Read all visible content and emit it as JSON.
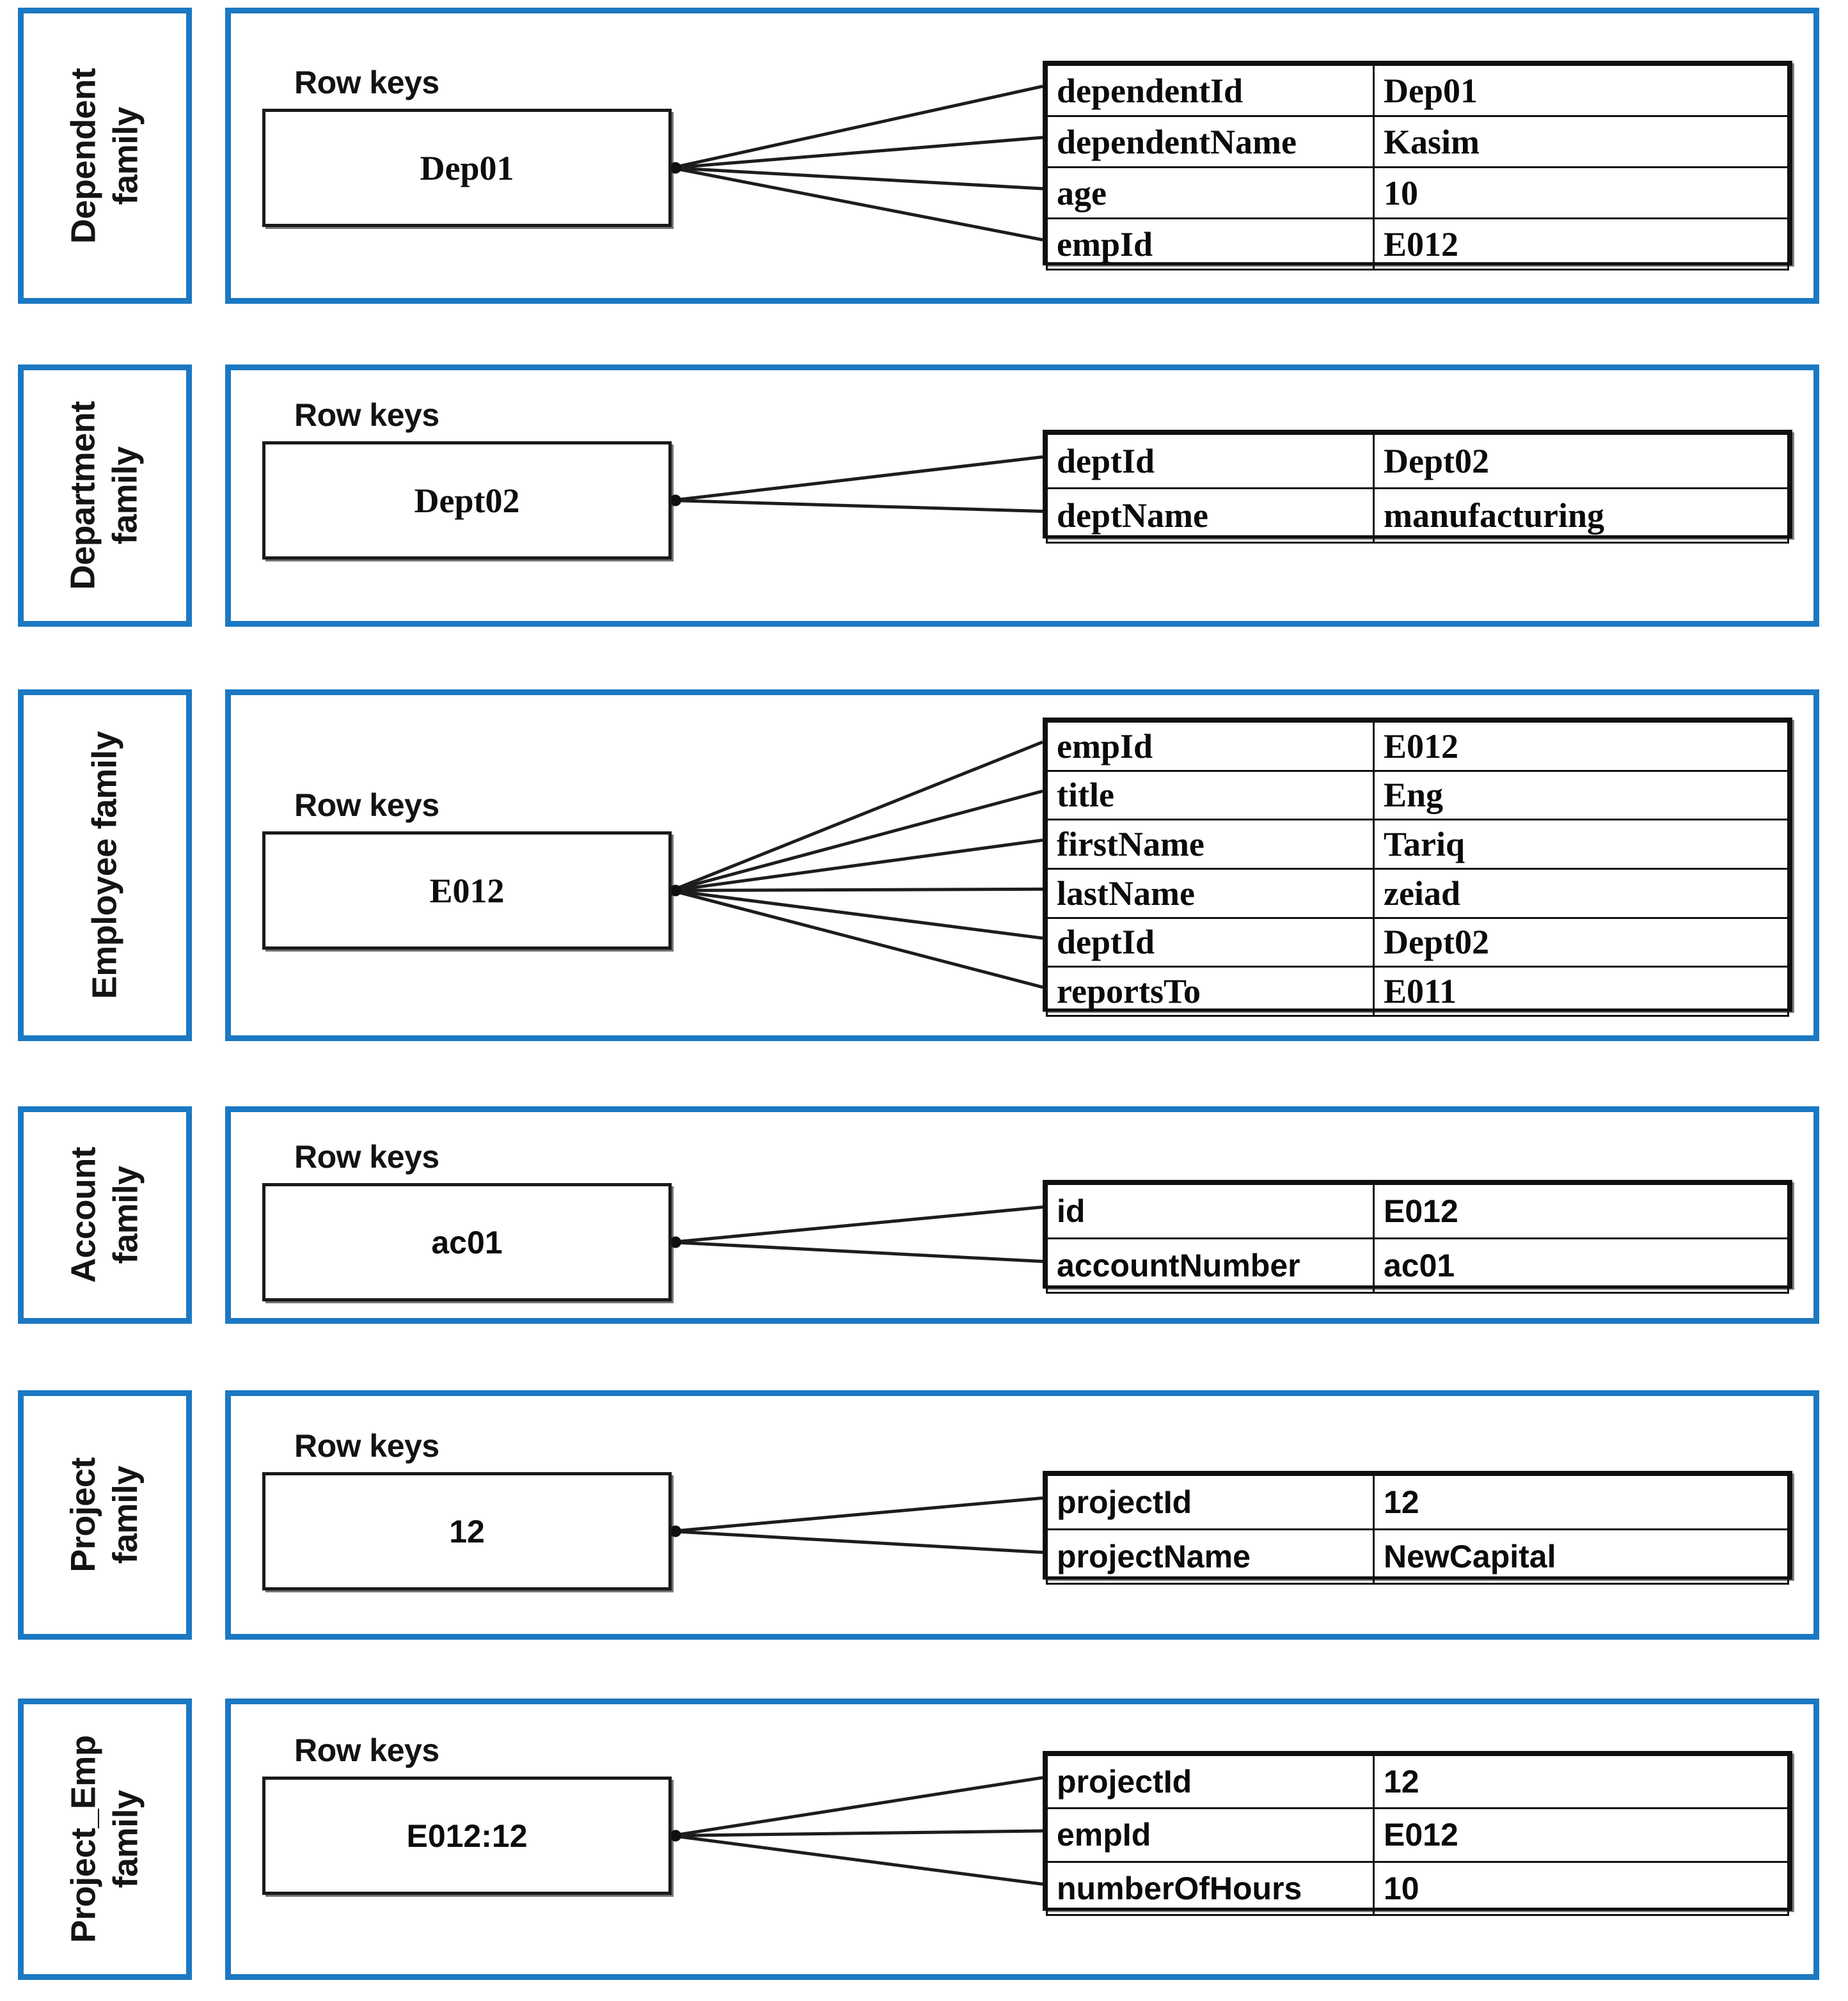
{
  "diagram": {
    "row_keys_caption": "Row keys",
    "accent_color": "#1B78C2",
    "line_color": "#1d1d1d",
    "families": [
      {
        "label_line1": "Dependent",
        "label_line2": "family",
        "row_key": "Dep01",
        "attributes": [
          {
            "key": "dependentId",
            "value": "Dep01"
          },
          {
            "key": "dependentName",
            "value": "Kasim"
          },
          {
            "key": "age",
            "value": "10"
          },
          {
            "key": "empId",
            "value": "E012"
          }
        ]
      },
      {
        "label_line1": "Department",
        "label_line2": "family",
        "row_key": "Dept02",
        "attributes": [
          {
            "key": "deptId",
            "value": "Dept02"
          },
          {
            "key": "deptName",
            "value": "manufacturing"
          }
        ]
      },
      {
        "label_line1": "Employee family",
        "label_line2": "",
        "row_key": "E012",
        "attributes": [
          {
            "key": "empId",
            "value": "E012"
          },
          {
            "key": "title",
            "value": "Eng"
          },
          {
            "key": "firstName",
            "value": "Tariq"
          },
          {
            "key": "lastName",
            "value": "zeiad"
          },
          {
            "key": "deptId",
            "value": "Dept02"
          },
          {
            "key": "reportsTo",
            "value": "E011"
          }
        ]
      },
      {
        "label_line1": "Account",
        "label_line2": "family",
        "row_key": "ac01",
        "attributes": [
          {
            "key": "id",
            "value": "E012"
          },
          {
            "key": "accountNumber",
            "value": "ac01"
          }
        ]
      },
      {
        "label_line1": "Project",
        "label_line2": "family",
        "row_key": "12",
        "attributes": [
          {
            "key": "projectId",
            "value": "12"
          },
          {
            "key": "projectName",
            "value": "NewCapital"
          }
        ]
      },
      {
        "label_line1": "Project_Emp",
        "label_line2": "family",
        "row_key": "E012:12",
        "attributes": [
          {
            "key": "projectId",
            "value": "12"
          },
          {
            "key": "empId",
            "value": "E012"
          },
          {
            "key": "numberOfHours",
            "value": "10"
          }
        ]
      }
    ]
  }
}
